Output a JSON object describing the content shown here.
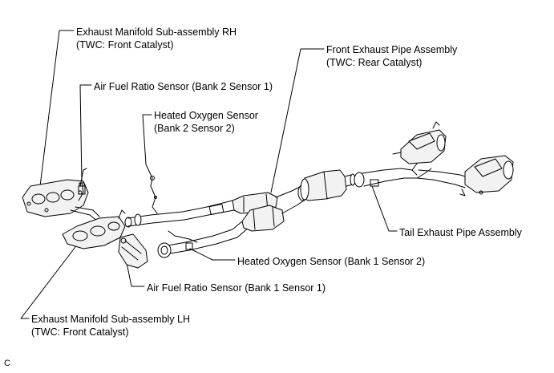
{
  "callouts": {
    "manifold_rh": {
      "line1": "Exhaust Manifold Sub-assembly RH",
      "line2": "(TWC: Front Catalyst)"
    },
    "afr_bank2": {
      "line1": "Air Fuel Ratio Sensor (Bank 2 Sensor 1)"
    },
    "ho2_bank2": {
      "line1": "Heated Oxygen Sensor",
      "line2": "(Bank 2 Sensor 2)"
    },
    "front_pipe": {
      "line1": "Front Exhaust Pipe Assembly",
      "line2": "(TWC: Rear Catalyst)"
    },
    "tail_pipe": {
      "line1": "Tail Exhaust Pipe Assembly"
    },
    "ho2_bank1": {
      "line1": "Heated Oxygen Sensor (Bank 1 Sensor 2)"
    },
    "afr_bank1": {
      "line1": "Air Fuel Ratio Sensor (Bank 1 Sensor 1)"
    },
    "manifold_lh": {
      "line1": "Exhaust Manifold Sub-assembly LH",
      "line2": "(TWC: Front Catalyst)"
    }
  },
  "figure_code": "C",
  "colors": {
    "line": "#000000",
    "background": "#ffffff",
    "part_fill": "#f2f2f2"
  }
}
